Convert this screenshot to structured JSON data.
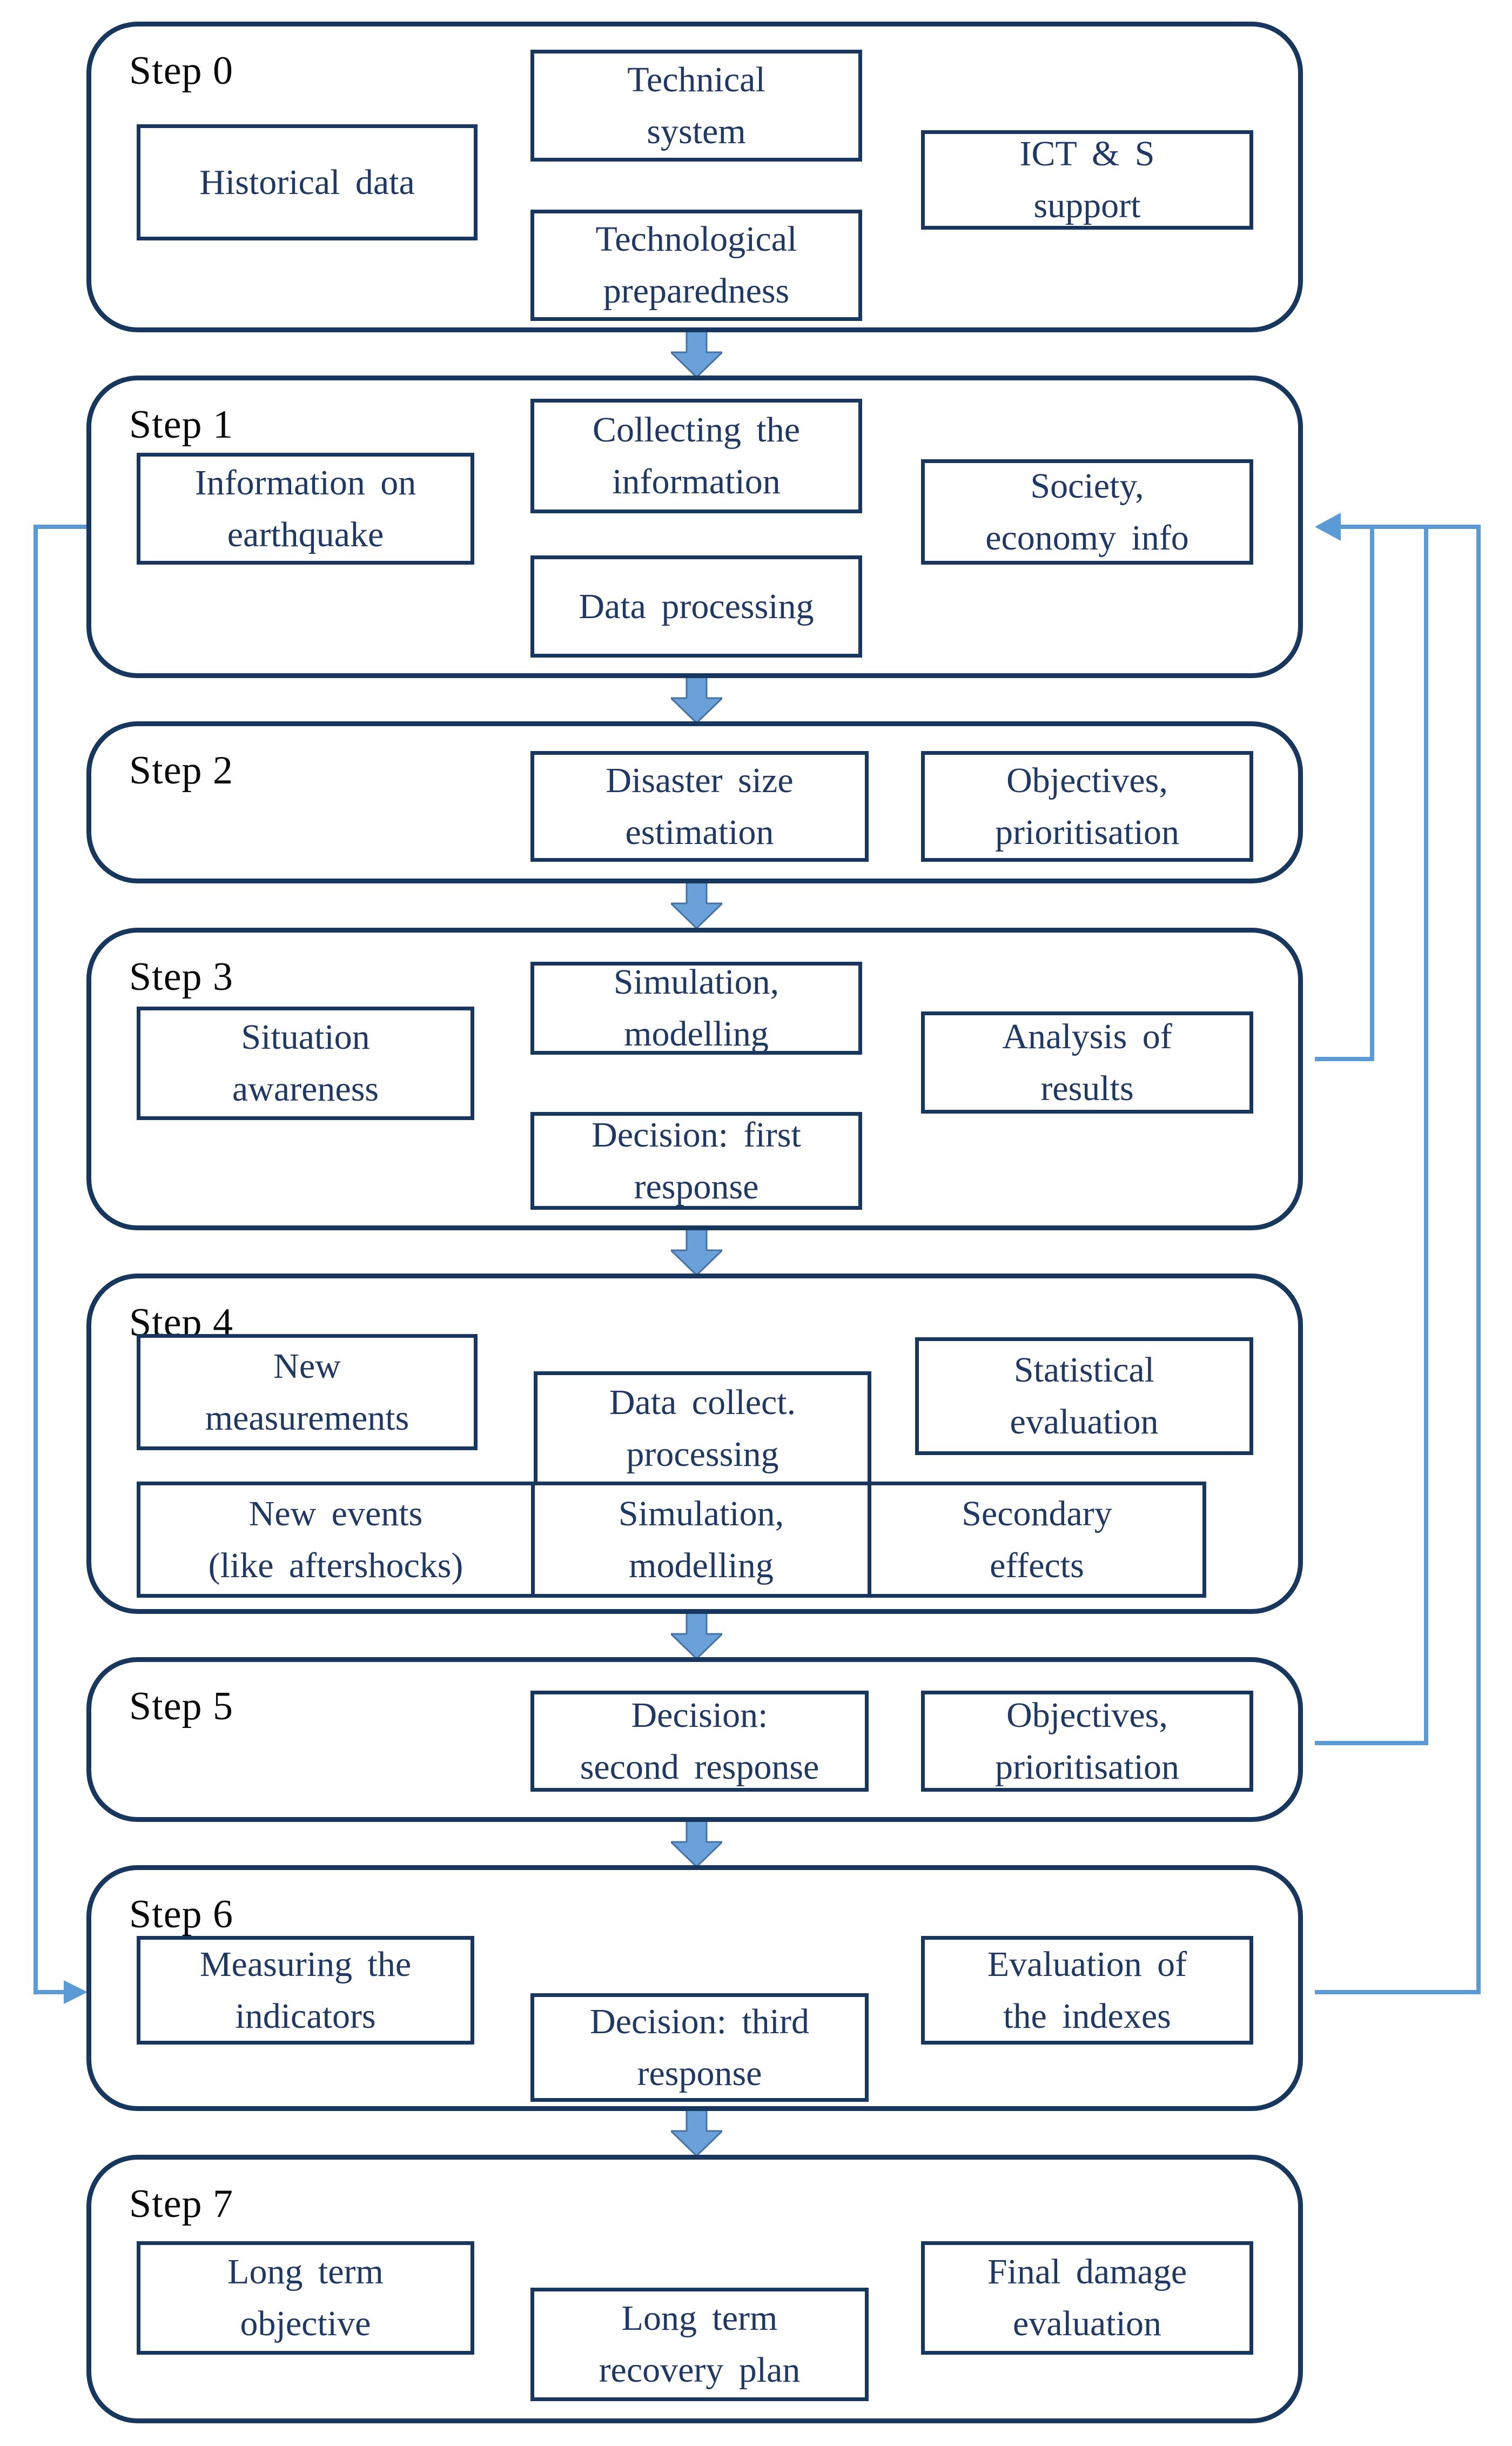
{
  "colors": {
    "container_border": "#17375E",
    "box_border": "#17375E",
    "box_text": "#1F3864",
    "step_label_text": "#0a0a0a",
    "connector_blue": "#5B9BD5",
    "block_arrow_fill": "#6BA1D9",
    "block_arrow_stroke": "#4472A4",
    "background": "#FFFFFF"
  },
  "steps": [
    {
      "label": "Step 0",
      "boxes": {
        "left": "Historical data",
        "center_top": "Technical\nsystem",
        "center_bottom": "Technological\npreparedness",
        "right": "ICT & S\nsupport"
      }
    },
    {
      "label": "Step 1",
      "boxes": {
        "left": "Information on\nearthquake",
        "center_top": "Collecting the\ninformation",
        "center_bottom": "Data processing",
        "right": "Society,\neconomy info"
      }
    },
    {
      "label": "Step 2",
      "boxes": {
        "center": "Disaster size\nestimation",
        "right": "Objectives,\nprioritisation"
      }
    },
    {
      "label": "Step 3",
      "boxes": {
        "left": "Situation\nawareness",
        "center_top": "Simulation,\nmodelling",
        "center_bottom": "Decision: first\nresponse",
        "right": "Analysis of\nresults"
      }
    },
    {
      "label": "Step 4",
      "boxes": {
        "left": "New\nmeasurements",
        "center": "Data collect.\nprocessing",
        "right": "Statistical\nevaluation",
        "row_left": "New events\n(like aftershocks)",
        "row_center": "Simulation,\nmodelling",
        "row_right": "Secondary\neffects"
      }
    },
    {
      "label": "Step 5",
      "boxes": {
        "center": "Decision:\nsecond response",
        "right": "Objectives,\nprioritisation"
      }
    },
    {
      "label": "Step 6",
      "boxes": {
        "left": "Measuring the\nindicators",
        "center": "Decision: third\nresponse",
        "right": "Evaluation of\nthe indexes"
      }
    },
    {
      "label": "Step 7",
      "boxes": {
        "left": "Long term\nobjective",
        "center": "Long term\nrecovery plan",
        "right": "Final damage\nevaluation"
      }
    }
  ]
}
